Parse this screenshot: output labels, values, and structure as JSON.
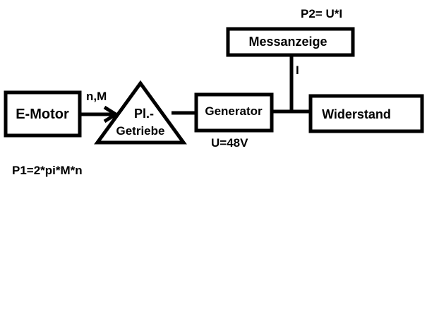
{
  "diagram": {
    "emotor": {
      "label": "E-Motor"
    },
    "gearbox": {
      "line1": "Pl.-",
      "line2": "Getriebe"
    },
    "generator": {
      "label": "Generator"
    },
    "meter": {
      "label": "Messanzeige"
    },
    "resistor": {
      "label": "Widerstand"
    },
    "shaft_label": "n,M",
    "current_label": "I",
    "voltage_label": "U=48V",
    "formula_p1": "P1=2*pi*M*n",
    "formula_p2": "P2= U*I"
  },
  "colors": {
    "ink": "#000000",
    "background": "#ffffff"
  }
}
